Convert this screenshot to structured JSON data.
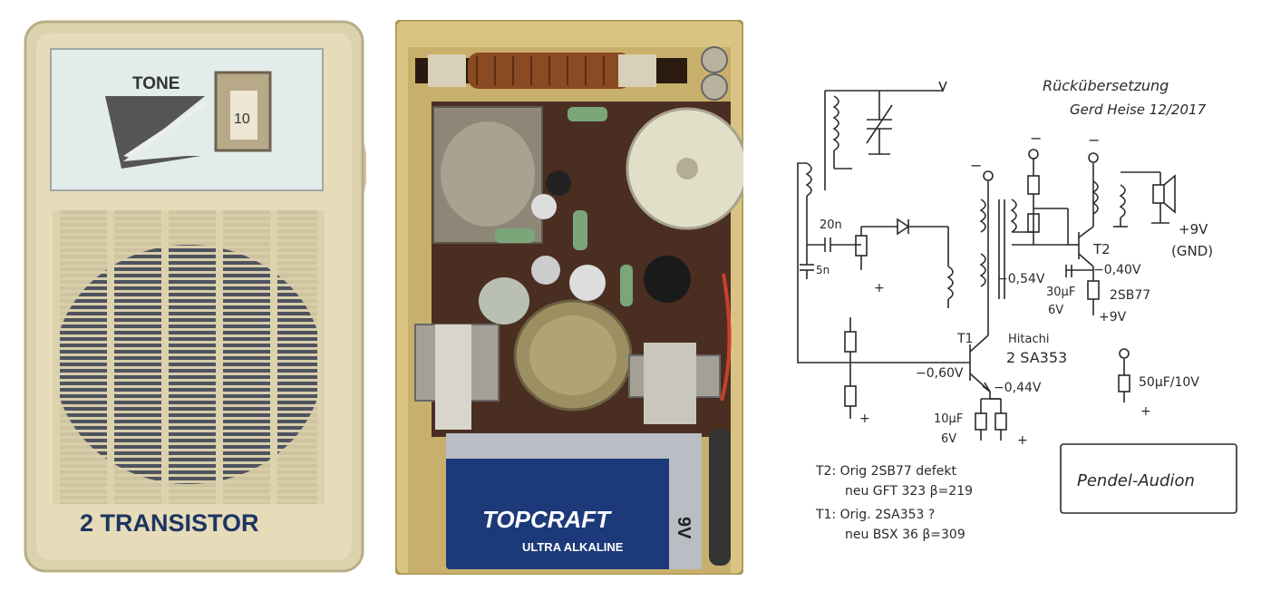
{
  "colors": {
    "case": "#ddd2ae",
    "case_dark": "#b9ad86",
    "dial_panel": "#e2ecea",
    "navy_text": "#1d3560",
    "pcb": "#4a2e22",
    "battery_blue": "#1c3a7a",
    "ink": "#2a2a2a"
  },
  "radio_front": {
    "brand_partial": "TONE",
    "dial_marker": "10",
    "label": "2 TRANSISTOR"
  },
  "radio_inside": {
    "battery_brand": "TOPCRAFT",
    "battery_type": "ULTRA ALKALINE",
    "battery_voltage": "9V"
  },
  "schematic": {
    "note_title_line1": "Rückübersetzung",
    "note_title_line2": "Gerd Heise 12/2017",
    "cap_20n": "20n",
    "cap_5n": "5n",
    "plus_left": "+",
    "minus_top_mid": "−",
    "minus_top_r1": "−",
    "minus_top_r2": "−",
    "gnd_label_1": "+9V",
    "gnd_label_2": "(GND)",
    "t2_label": "T2",
    "v_054": "−0,54V",
    "v_040": "−0,40V",
    "cap_30uf": "30µF",
    "cap_6v": "6V",
    "t2_type": "2SB77",
    "v_9v": "+9V",
    "t1_label": "T1",
    "t1_maker": "Hitachi",
    "t1_type": "2 SA353",
    "v_060": "−0,60V",
    "v_044": "−0,44V",
    "cap_10uf": "10µF",
    "cap_10uf_v": "6V",
    "cap_50uf": "50µF/10V",
    "plus_bottom_left": "+",
    "plus_bottom_mid": "+",
    "plus_bottom_right": "+",
    "note_t2_1": "T2: Orig 2SB77 defekt",
    "note_t2_2": "neu GFT 323 β=219",
    "note_t1_1": "T1: Orig. 2SA353 ?",
    "note_t1_2": "neu BSX 36 β=309",
    "box_label": "Pendel-Audion"
  }
}
